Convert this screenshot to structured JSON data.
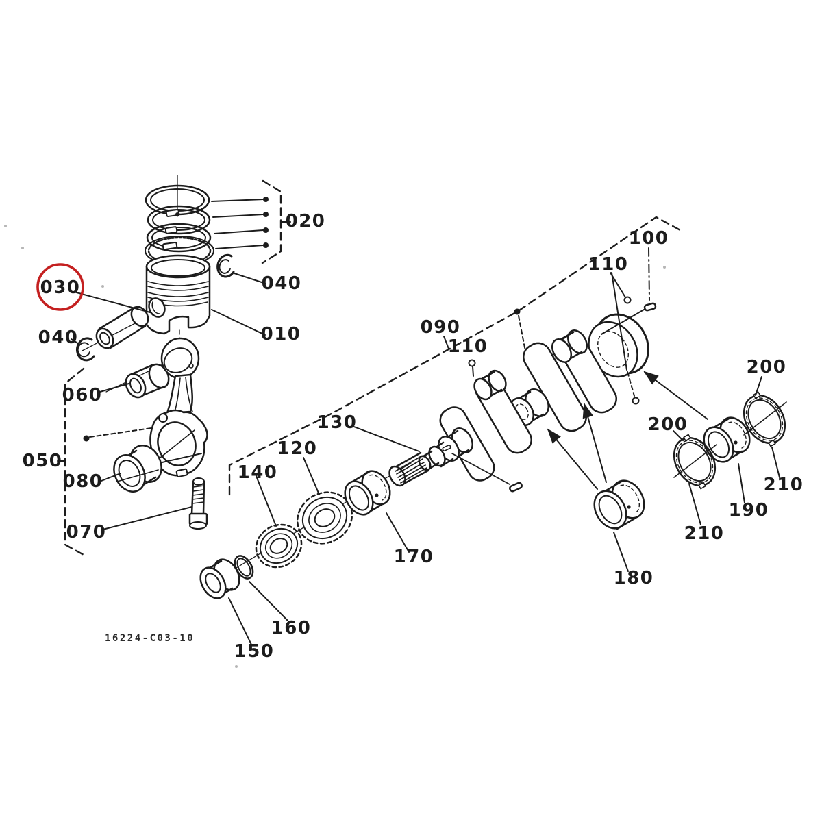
{
  "diagram": {
    "type": "exploded-parts-diagram",
    "drawing_number": "16224-C03-10",
    "highlighted_callout": "030",
    "highlight_color": "#c42020",
    "line_color": "#1c1c1c",
    "background_color": "#ffffff",
    "callouts": [
      {
        "id": "020",
        "label": "020"
      },
      {
        "id": "040-upper",
        "label": "040"
      },
      {
        "id": "010",
        "label": "010"
      },
      {
        "id": "030",
        "label": "030"
      },
      {
        "id": "040-left",
        "label": "040"
      },
      {
        "id": "060",
        "label": "060"
      },
      {
        "id": "050",
        "label": "050"
      },
      {
        "id": "080",
        "label": "080"
      },
      {
        "id": "070",
        "label": "070"
      },
      {
        "id": "090",
        "label": "090"
      },
      {
        "id": "110-center",
        "label": "110"
      },
      {
        "id": "100",
        "label": "100"
      },
      {
        "id": "110-right",
        "label": "110"
      },
      {
        "id": "130",
        "label": "130"
      },
      {
        "id": "120",
        "label": "120"
      },
      {
        "id": "140",
        "label": "140"
      },
      {
        "id": "170",
        "label": "170"
      },
      {
        "id": "160",
        "label": "160"
      },
      {
        "id": "150",
        "label": "150"
      },
      {
        "id": "180",
        "label": "180"
      },
      {
        "id": "190",
        "label": "190"
      },
      {
        "id": "200-left",
        "label": "200"
      },
      {
        "id": "210-left",
        "label": "210"
      },
      {
        "id": "200-right",
        "label": "200"
      },
      {
        "id": "210-right",
        "label": "210"
      }
    ]
  }
}
